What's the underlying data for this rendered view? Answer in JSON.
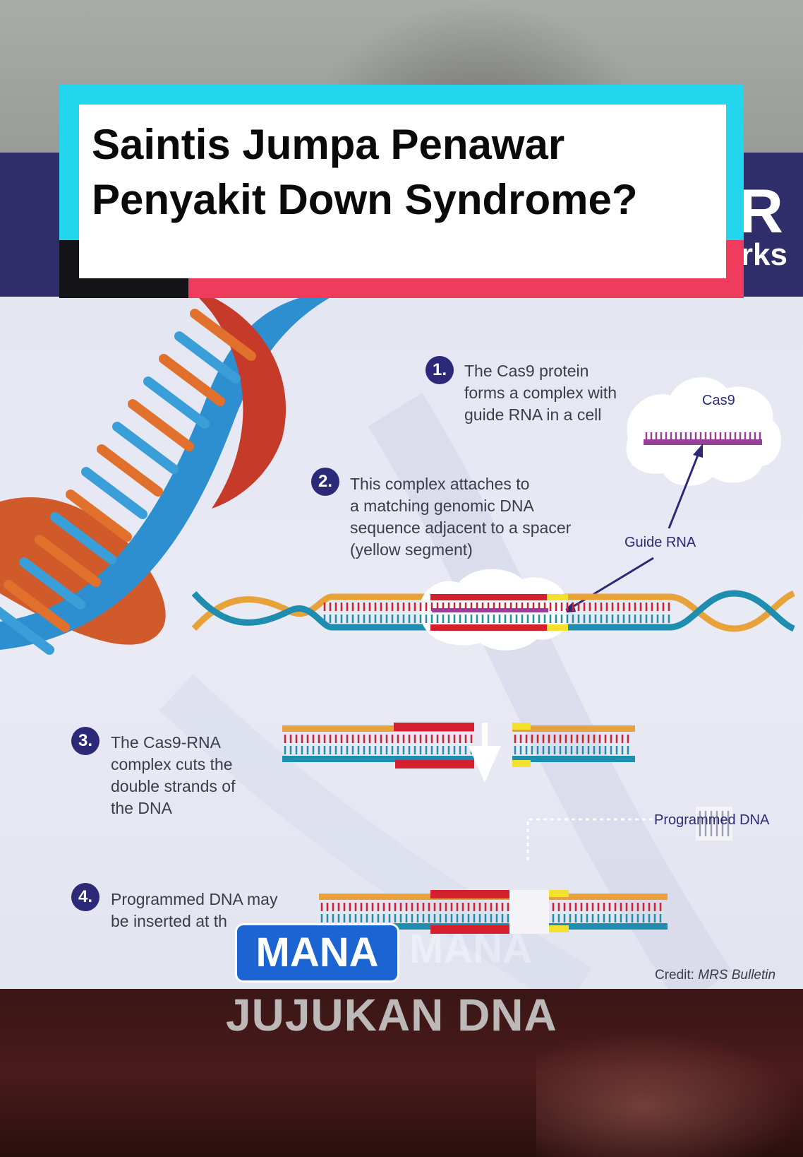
{
  "title": {
    "line1": "Saintis Jumpa Penawar",
    "line2": "Penyakit Down Syndrome?"
  },
  "banner": {
    "partial_big": "R",
    "partial_small": "rks"
  },
  "diagram": {
    "steps": [
      {
        "num": "1.",
        "lines": [
          "The Cas9 protein",
          "forms a complex with",
          "guide RNA in a cell"
        ]
      },
      {
        "num": "2.",
        "lines": [
          "This complex attaches to",
          "a matching genomic DNA",
          "sequence adjacent to a spacer",
          "(yellow segment)"
        ]
      },
      {
        "num": "3.",
        "lines": [
          "The Cas9-RNA",
          "complex cuts the",
          "double strands of",
          "the DNA"
        ]
      },
      {
        "num": "4.",
        "lines": [
          "Programmed DNA may",
          "be inserted at th"
        ]
      }
    ],
    "labels": {
      "cas9": "Cas9",
      "guide_rna": "Guide RNA",
      "programmed_dna": "Programmed DNA",
      "credit_prefix": "Credit: ",
      "credit_source": "MRS Bulletin"
    },
    "colors": {
      "strand_orange": "#e8a23a",
      "strand_teal": "#1e8db0",
      "target_red": "#d4202e",
      "spacer_yellow": "#f2e22e",
      "guide_purple": "#9b3d9a",
      "helix_orange": "#e0702c",
      "helix_blue": "#3a9fd8"
    }
  },
  "caption": {
    "highlight_word": "MANA",
    "ghost_word": "MANA",
    "line2": "JUJUKAN DNA"
  }
}
